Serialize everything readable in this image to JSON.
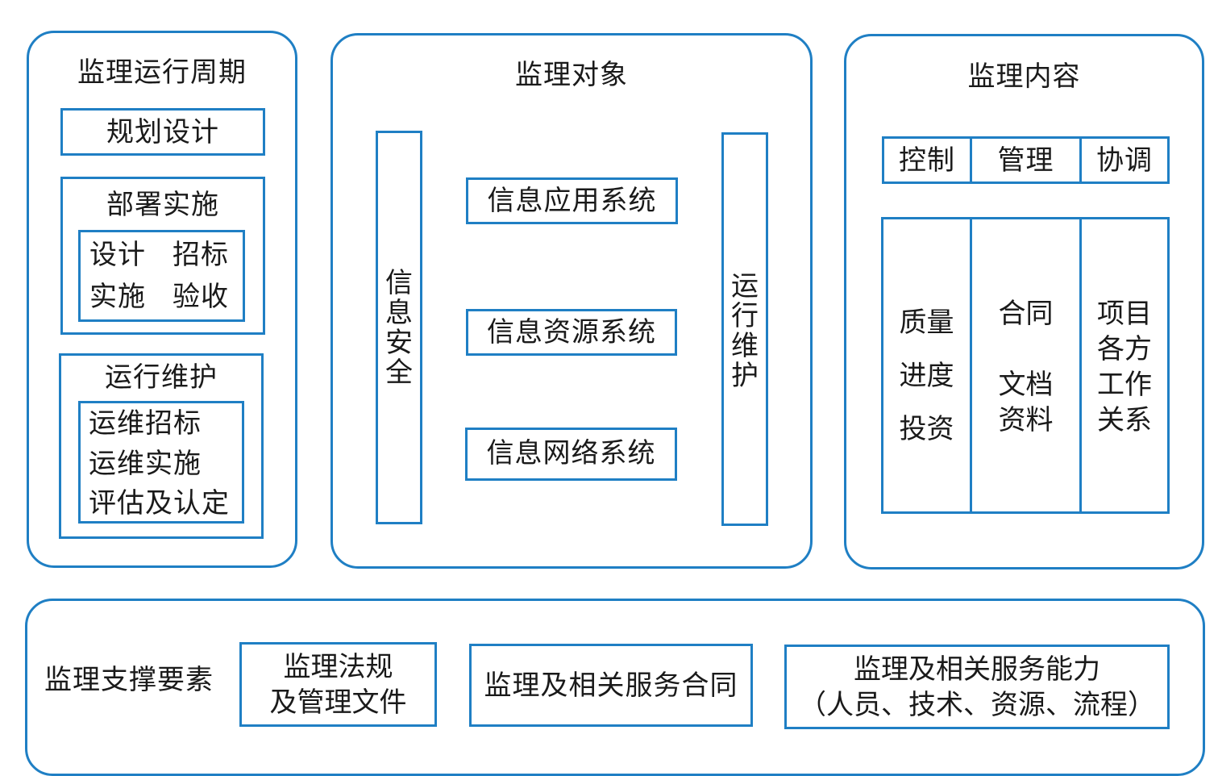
{
  "colors": {
    "border": "#1f7fc4",
    "text": "#1a1a1a",
    "background": "#ffffff"
  },
  "lifecycle": {
    "title": "监理运行周期",
    "planning": "规划设计",
    "deploy": {
      "title": "部署实施",
      "item1": "设计",
      "item2": "招标",
      "item3": "实施",
      "item4": "验收"
    },
    "maintain": {
      "title": "运行维护",
      "item1": "运维招标",
      "item2": "运维实施",
      "item3": "评估及认定"
    }
  },
  "objects": {
    "title": "监理对象",
    "security": "信\n息\n安\n全",
    "ops": "运\n行\n维\n护",
    "app_system": "信息应用系统",
    "resource_system": "信息资源系统",
    "network_system": "信息网络系统"
  },
  "content": {
    "title": "监理内容",
    "col1_header": "控制",
    "col2_header": "管理",
    "col3_header": "协调",
    "col1_items": "质量\n进度\n投资",
    "col2_item1": "合同",
    "col2_item2": "文档\n资料",
    "col3_items": "项目\n各方\n工作\n关系"
  },
  "support": {
    "title": "监理支撑要素",
    "item1": "监理法规\n及管理文件",
    "item2": "监理及相关服务合同",
    "item3": "监理及相关服务能力\n（人员、技术、资源、流程）"
  }
}
